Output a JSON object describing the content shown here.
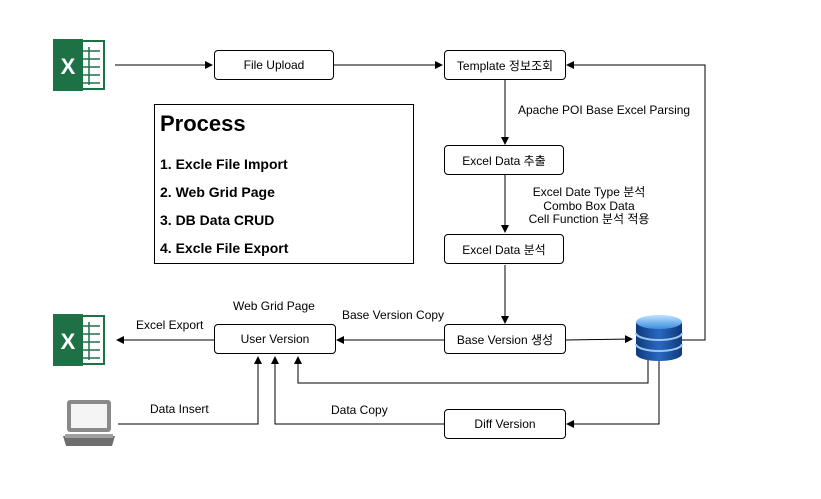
{
  "nodes": {
    "file_upload": "File Upload",
    "template": "Template 정보조회",
    "excel_extract": "Excel Data 추출",
    "excel_analyze": "Excel Data 분석",
    "base_version": "Base Version 생성",
    "user_version": "User Version",
    "diff_version": "Diff Version"
  },
  "edge_labels": {
    "poi": "Apache POI Base Excel Parsing",
    "analysis_1": "Excel Date Type 분석",
    "analysis_2": "Combo Box Data",
    "analysis_3": "Cell Function 분석 적용",
    "web_grid": "Web Grid Page",
    "base_copy": "Base Version Copy",
    "excel_export": "Excel Export",
    "data_insert": "Data Insert",
    "data_copy": "Data Copy"
  },
  "process": {
    "title": "Process",
    "items": [
      "1. Excle File Import",
      "2. Web Grid Page",
      "3. DB Data CRUD",
      "4. Excle File Export"
    ]
  },
  "icons": {
    "excel_top": "excel-icon",
    "excel_bottom": "excel-icon",
    "laptop": "laptop-icon",
    "database": "database-icon",
    "grid": "grid-table-icon"
  },
  "colors": {
    "excel_green": "#1e7145",
    "db_blue": "#1b4f9c",
    "grid_blue": "#2b7de9"
  }
}
